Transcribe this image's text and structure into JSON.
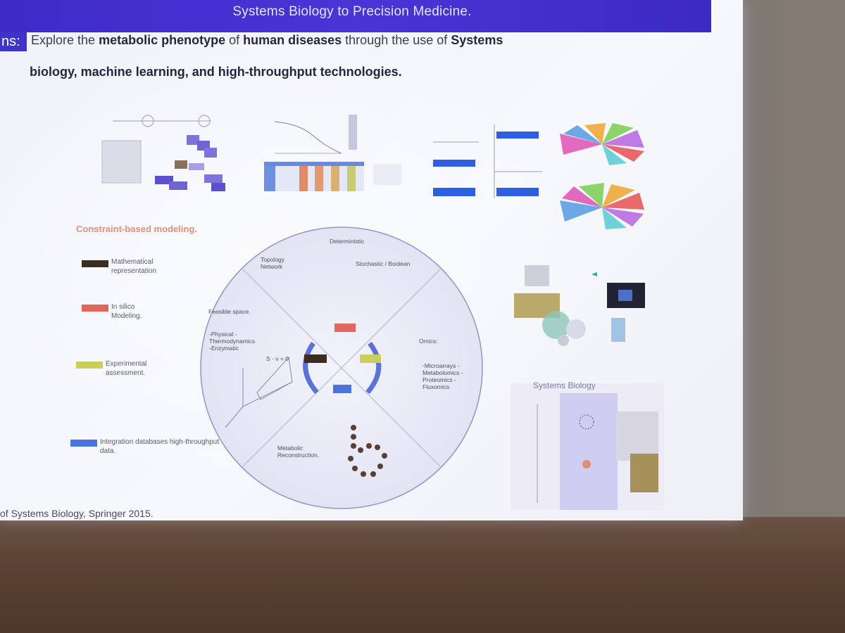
{
  "slide": {
    "header_title": "Systems Biology to Precision Medicine.",
    "aims_label": "ns:",
    "objective": {
      "line1_prefix": "Explore the ",
      "line1_bold1": "metabolic phenotype",
      "line1_mid": " of ",
      "line1_bold2": "human diseases",
      "line1_suffix": " through the use of ",
      "line1_bold3": "Systems",
      "line2": "biology, machine learning, and high-throughput technologies."
    },
    "constraint_title": "Constraint-based modeling.",
    "legend": [
      {
        "label": "Mathematical representation",
        "color": "#3b2d22"
      },
      {
        "label": "In silico Modeling.",
        "color": "#e0665e"
      },
      {
        "label": "Experimental assessment.",
        "color": "#c9cf58"
      },
      {
        "label": "Integration databases high-throughput data.",
        "color": "#4a74dc"
      }
    ],
    "circle_labels": {
      "deterministic": "Deterministic",
      "topology": "Topology Network",
      "stochastic": "Stochastic / Boolean",
      "feasible": "Feasible space.",
      "physical": "-Physical -Thermodynamics -Enzymatic",
      "sv0": "S · v = 0",
      "omics": "Omics:",
      "omics_list": "-Microarrays -Metabolomics -Proteomics -Fluxomics",
      "metabolic": "Metabolic Reconstruction."
    },
    "systems_biology_label": "Systems Biology",
    "footer_ref": "of Systems Biology, Springer 2015."
  }
}
